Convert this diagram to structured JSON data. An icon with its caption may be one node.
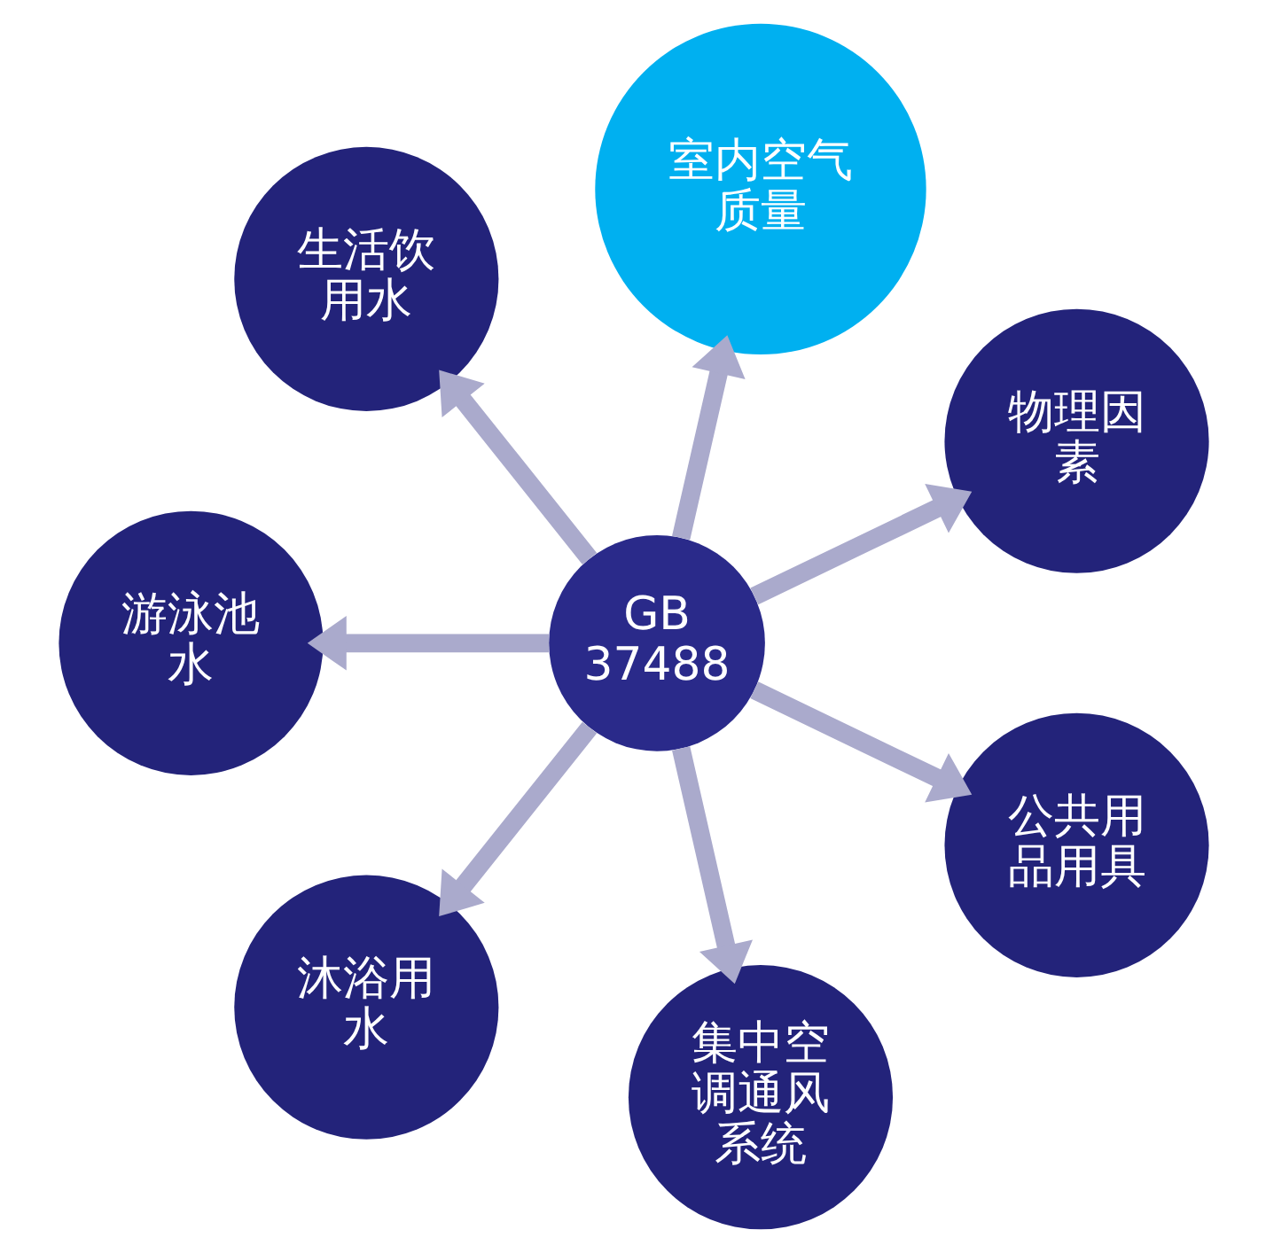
{
  "diagram": {
    "nodes": [
      {
        "text": [
          "GB 37488"
        ]
      },
      {
        "text": [
          "物理因素"
        ]
      },
      {
        "text": [
          "室内空气质量"
        ]
      },
      {
        "text": [
          "生活饮用水"
        ]
      },
      {
        "text": [
          "游泳池水"
        ]
      },
      {
        "text": [
          "沐浴用水"
        ]
      },
      {
        "text": [
          "集中空调通风系统"
        ]
      },
      {
        "text": [
          "公共用品用具"
        ]
      }
    ],
    "edges": [
      {
        "from": 0,
        "to": 1,
        "arrow": "to"
      },
      {
        "from": 0,
        "to": 2,
        "arrow": "to"
      },
      {
        "from": 0,
        "to": 3,
        "arrow": "to"
      },
      {
        "from": 0,
        "to": 4,
        "arrow": "to"
      },
      {
        "from": 0,
        "to": 5,
        "arrow": "to"
      },
      {
        "from": 0,
        "to": 6,
        "arrow": "to"
      },
      {
        "from": 0,
        "to": 7,
        "arrow": "to"
      }
    ]
  }
}
